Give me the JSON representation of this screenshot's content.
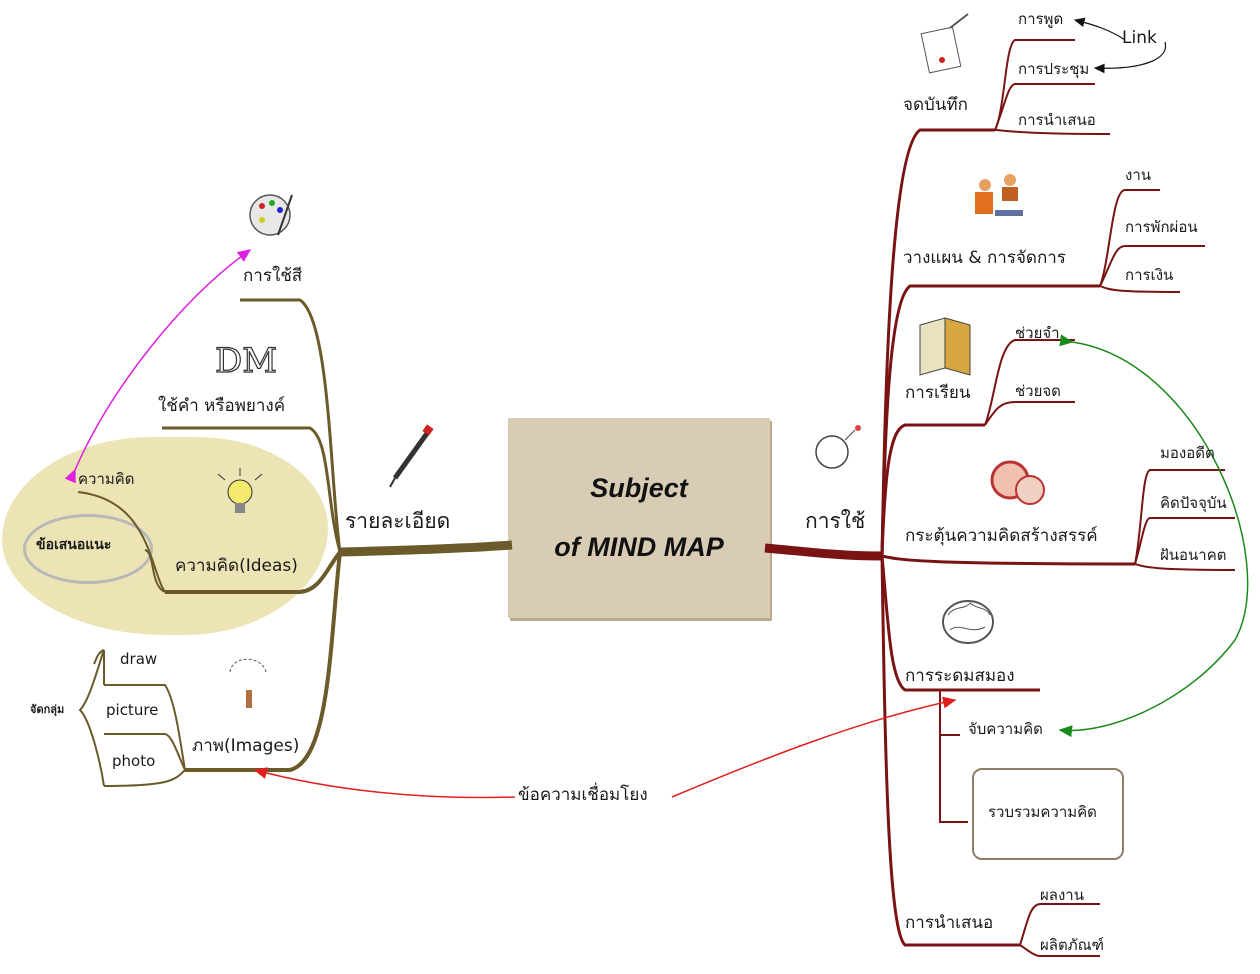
{
  "center": {
    "line1": "Subject",
    "line2": "of MIND MAP"
  },
  "left": {
    "main": "รายละเอียด",
    "branches": {
      "colors": "การใช้สี",
      "words": "ใช้คำ หรือพยางค์",
      "ideas": "ความคิด(Ideas)",
      "idea_sub": "ความคิด",
      "suggestion": "ข้อเสนอแนะ",
      "images": "ภาพ(Images)",
      "image_subs": [
        "draw",
        "picture",
        "photo"
      ],
      "group": "จัดกลุ่ม"
    }
  },
  "right": {
    "main": "การใช้",
    "notes": {
      "label": "จดบันทึก",
      "subs": [
        "การพูด",
        "การประชุม",
        "การนำเสนอ"
      ],
      "link": "Link"
    },
    "planning": {
      "label": "วางแผน & การจัดการ",
      "subs": [
        "งาน",
        "การพักผ่อน",
        "การเงิน"
      ]
    },
    "study": {
      "label": "การเรียน",
      "subs": [
        "ช่วยจำ",
        "ช่วยจด"
      ]
    },
    "creative": {
      "label": "กระตุ้นความคิดสร้างสรรค์",
      "subs": [
        "มองอดีต",
        "คิดปัจจุบัน",
        "ฝันอนาคต"
      ]
    },
    "brainstorm": {
      "label": "การระดมสมอง",
      "subs": [
        "จับความคิด",
        "รวบรวมความคิด"
      ]
    },
    "present": {
      "label": "การนำเสนอ",
      "subs": [
        "ผลงาน",
        "ผลิตภัณฑ์"
      ]
    }
  },
  "connector_text": "ข้อความเชื่อมโยง",
  "colors": {
    "left_branch": "#6b5a2a",
    "right_branch": "#7a1414",
    "accent_magenta": "#e020e0",
    "accent_red": "#e02020",
    "accent_green": "#1a8a1a"
  }
}
